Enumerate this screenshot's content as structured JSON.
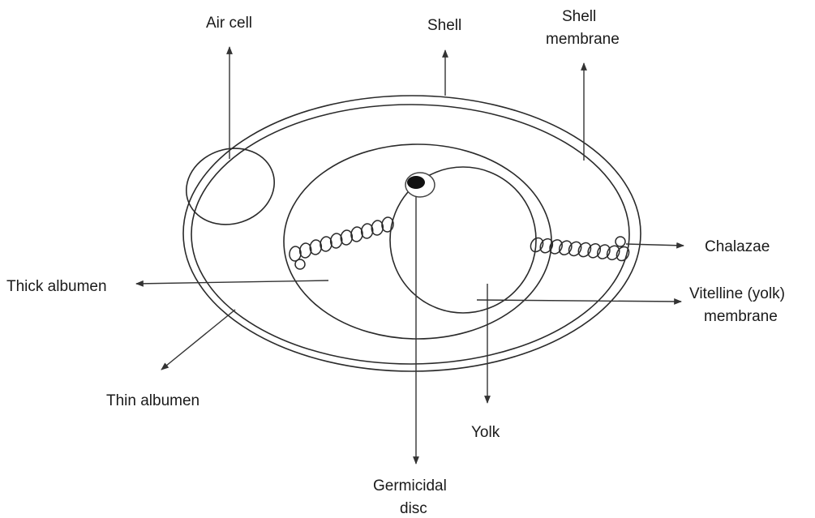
{
  "labels": {
    "air_cell": "Air cell",
    "shell": "Shell",
    "shell_membrane_1": "Shell",
    "shell_membrane_2": "membrane",
    "chalazae": "Chalazae",
    "thick_albumen": "Thick albumen",
    "vitelline_1": "Vitelline (yolk)",
    "vitelline_2": "membrane",
    "thin_albumen": "Thin albumen",
    "yolk": "Yolk",
    "germinal_1": "Germicidal",
    "germinal_2": "disc"
  },
  "colors": {
    "line": "#333333",
    "background": "#ffffff",
    "text": "#1a1a1a"
  }
}
